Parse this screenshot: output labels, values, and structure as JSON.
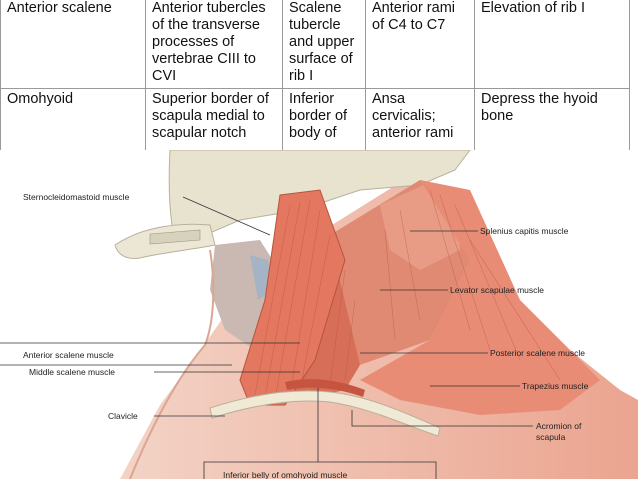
{
  "table": {
    "rows": [
      [
        "Anterior scalene",
        "Anterior tubercles of the transverse processes of vertebrae CIII to CVI",
        "Scalene tubercle and upper surface of rib I",
        "Anterior rami of C4 to C7",
        "Elevation of rib I"
      ],
      [
        "Omohyoid",
        "Superior border of scapula medial to scapular notch",
        "Inferior border of body of",
        "Ansa cervicalis; anterior rami",
        "Depress the hyoid bone"
      ]
    ]
  },
  "figure": {
    "labels": {
      "sternocleidomastoid": "Sternocleidomastoid muscle",
      "splenius": "Splenius capitis muscle",
      "levator": "Levator scapulae muscle",
      "anterior_scalene": "Anterior scalene muscle",
      "middle_scalene": "Middle scalene muscle",
      "posterior_scalene": "Posterior scalene muscle",
      "trapezius": "Trapezius muscle",
      "clavicle": "Clavicle",
      "acromion_line1": "Acromion of",
      "acromion_line2": "scapula",
      "omohyoid_belly": "Inferior belly of omohyoid muscle"
    },
    "colors": {
      "muscle": "#e8806c",
      "muscle_dark": "#c9553f",
      "bone": "#e8e3cf",
      "skin": "#f0c8b8"
    }
  }
}
